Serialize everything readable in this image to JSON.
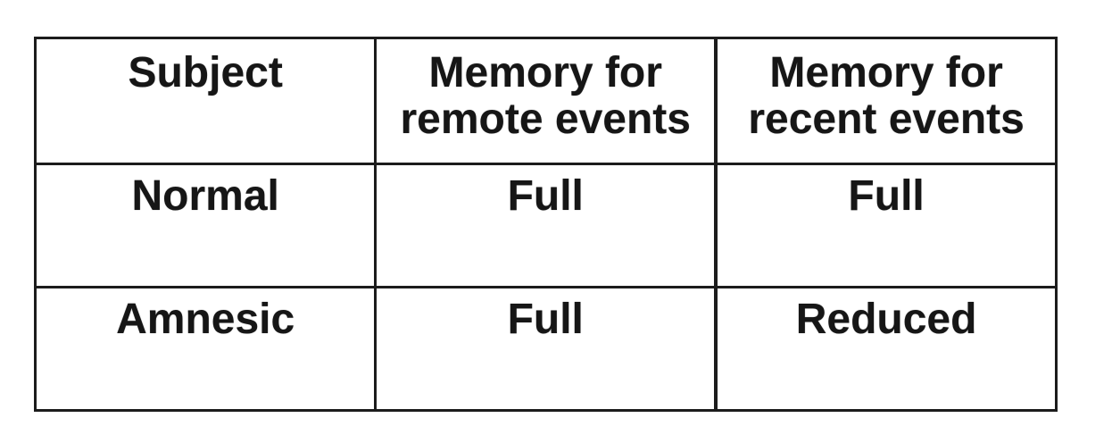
{
  "table": {
    "headers": [
      {
        "label": "Subject"
      },
      {
        "label": "Memory for\nremote events"
      },
      {
        "label": "Memory for\nrecent events"
      }
    ],
    "rows": [
      {
        "cells": [
          "Normal",
          "Full",
          "Full"
        ]
      },
      {
        "cells": [
          "Amnesic",
          "Full",
          "Reduced"
        ]
      }
    ]
  },
  "colors": {
    "border": "#1c1c1c",
    "text": "#161616",
    "background": "#ffffff"
  },
  "chart_data": {
    "type": "table",
    "columns": [
      "Subject",
      "Memory for remote events",
      "Memory for recent events"
    ],
    "rows": [
      [
        "Normal",
        "Full",
        "Full"
      ],
      [
        "Amnesic",
        "Full",
        "Reduced"
      ]
    ]
  }
}
